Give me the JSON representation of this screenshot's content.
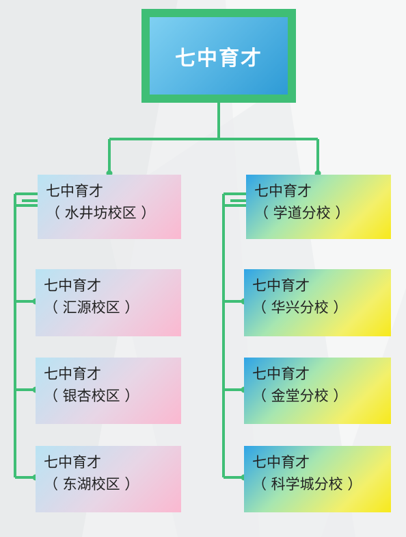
{
  "root": {
    "title": "七中育才"
  },
  "left_branch": [
    {
      "line1": "七中育才",
      "line2": "（ 水井坊校区 ）"
    },
    {
      "line1": "七中育才",
      "line2": "（ 汇源校区 ）"
    },
    {
      "line1": "七中育才",
      "line2": "（ 银杏校区 ）"
    },
    {
      "line1": "七中育才",
      "line2": "（ 东湖校区 ）"
    }
  ],
  "right_branch": [
    {
      "line1": "七中育才",
      "line2": "（ 学道分校 ）"
    },
    {
      "line1": "七中育才",
      "line2": "（ 华兴分校 ）"
    },
    {
      "line1": "七中育才",
      "line2": "（ 金堂分校 ）"
    },
    {
      "line1": "七中育才",
      "line2": "（ 科学城分校 ）"
    }
  ],
  "colors": {
    "connector": "#3fbe76",
    "root_border": "#3fbe76",
    "root_fill": "#2e9bd6"
  }
}
